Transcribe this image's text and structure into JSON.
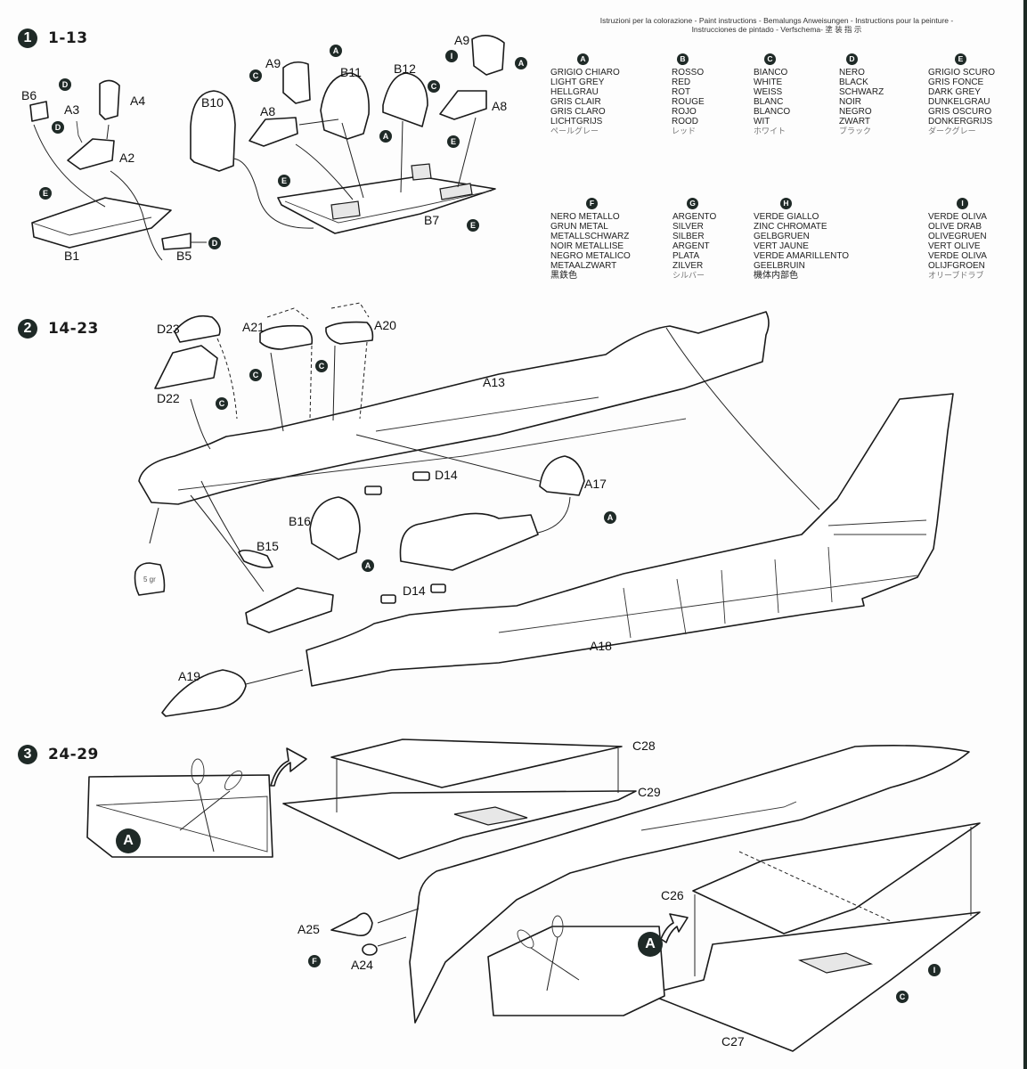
{
  "paint_instructions": {
    "header_line1": "Istruzioni per la colorazione - Paint instructions - Bemalungs Anweisungen - Instructions pour la peinture -",
    "header_line2": "Instrucciones de pintado - Verfschema- 塗 装 指 示",
    "colors": [
      {
        "code": "A",
        "names": [
          "GRIGIO CHIARO",
          "LIGHT GREY",
          "HELLGRAU",
          "GRIS CLAIR",
          "GRIS CLARO",
          "LICHTGRIJS"
        ],
        "japanese": "ペールグレー"
      },
      {
        "code": "B",
        "names": [
          "ROSSO",
          "RED",
          "ROT",
          "ROUGE",
          "ROJO",
          "ROOD"
        ],
        "japanese": "レッド"
      },
      {
        "code": "C",
        "names": [
          "BIANCO",
          "WHITE",
          "WEISS",
          "BLANC",
          "BLANCO",
          "WIT"
        ],
        "japanese": "ホワイト"
      },
      {
        "code": "D",
        "names": [
          "NERO",
          "BLACK",
          "SCHWARZ",
          "NOIR",
          "NEGRO",
          "ZWART"
        ],
        "japanese": "ブラック"
      },
      {
        "code": "E",
        "names": [
          "GRIGIO SCURO",
          "GRIS FONCE",
          "DARK GREY",
          "DUNKELGRAU",
          "GRIS OSCURO",
          "DONKERGRIJS"
        ],
        "japanese": "ダークグレー"
      },
      {
        "code": "F",
        "names": [
          "NERO METALLO",
          "GRUN METAL",
          "METALLSCHWARZ",
          "NOIR METALLISE",
          "NEGRO METALICO",
          "METAALZWART"
        ],
        "japanese": "黒鉄色"
      },
      {
        "code": "G",
        "names": [
          "ARGENTO",
          "SILVER",
          "SILBER",
          "ARGENT",
          "PLATA",
          "ZILVER"
        ],
        "japanese": "シルバー"
      },
      {
        "code": "H",
        "names": [
          "VERDE GIALLO",
          "ZINC CHROMATE",
          "GELBGRUEN",
          "VERT JAUNE",
          "VERDE AMARILLENTO",
          "GEELBRUIN"
        ],
        "japanese": "機体内部色"
      },
      {
        "code": "I",
        "names": [
          "VERDE OLIVA",
          "OLIVE DRAB",
          "OLIVEGRUEN",
          "VERT OLIVE",
          "VERDE OLIVA",
          "OLIJFGROEN"
        ],
        "japanese": "オリーブドラブ"
      }
    ]
  },
  "steps": [
    {
      "number": "1",
      "range": "1-13",
      "part_labels": [
        "B6",
        "A3",
        "A4",
        "A2",
        "B1",
        "B5",
        "B10",
        "A9",
        "A8",
        "B11",
        "B12",
        "A9",
        "A8",
        "B7"
      ],
      "color_callouts": [
        "D",
        "D",
        "E",
        "D",
        "C",
        "A",
        "A",
        "I",
        "C",
        "A",
        "E",
        "E",
        "E"
      ]
    },
    {
      "number": "2",
      "range": "14-23",
      "part_labels": [
        "D23",
        "D22",
        "A21",
        "A20",
        "A13",
        "D14",
        "A17",
        "B16",
        "B15",
        "D14",
        "A18",
        "A19"
      ],
      "color_callouts": [
        "C",
        "C",
        "C",
        "A",
        "A"
      ],
      "weight_label": "5 gr"
    },
    {
      "number": "3",
      "range": "24-29",
      "part_labels": [
        "C28",
        "C29",
        "C26",
        "A25",
        "A24",
        "C27"
      ],
      "color_callouts": [
        "A",
        "F",
        "A",
        "I",
        "C"
      ]
    }
  ]
}
